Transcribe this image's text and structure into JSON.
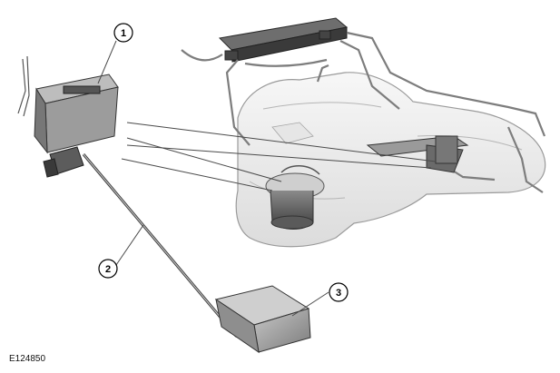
{
  "figure_id": "E124850",
  "callouts": [
    {
      "number": "1"
    },
    {
      "number": "2"
    },
    {
      "number": "3"
    }
  ]
}
